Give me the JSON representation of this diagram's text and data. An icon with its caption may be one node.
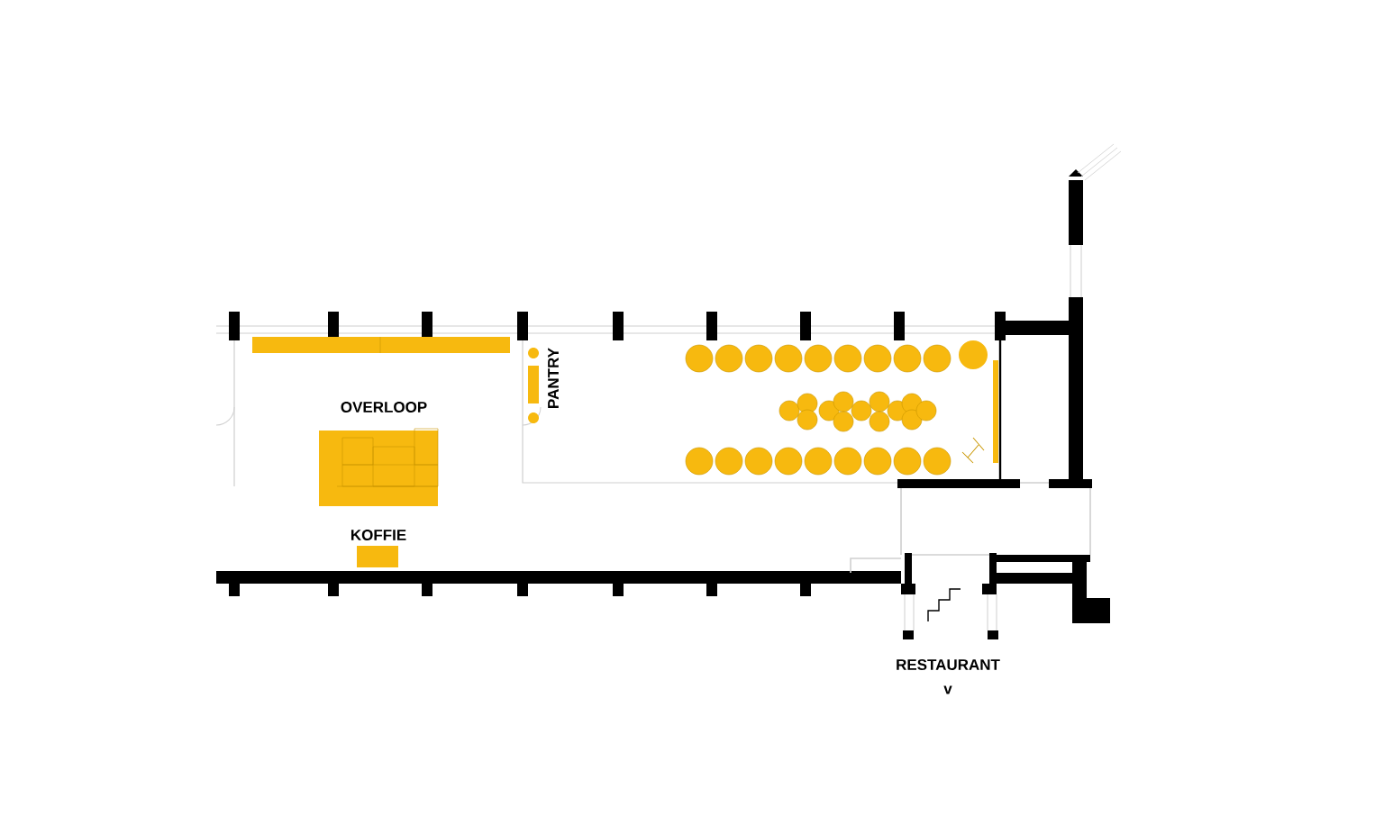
{
  "diagram": {
    "labels": [
      "OVERLOOP",
      "PANTRY",
      "KOFFIE",
      "RESTAURANT",
      "v"
    ]
  }
}
